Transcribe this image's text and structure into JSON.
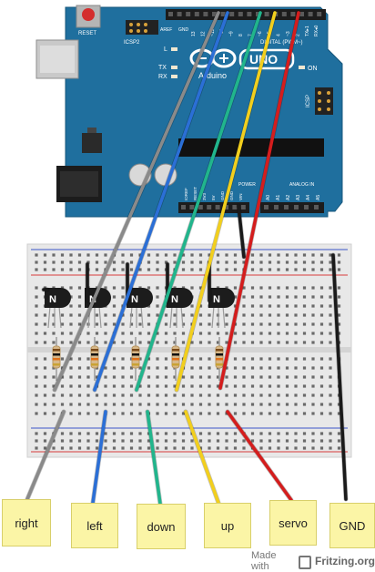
{
  "board": {
    "reset": "RESET",
    "icsp2": "ICSP2",
    "icsp": "ICSP",
    "aref": "AREF",
    "gnd": "GND",
    "digital": "DIGITAL (PWM~)",
    "tx": "TX",
    "rx": "RX",
    "l": "L",
    "on": "ON",
    "uno": "UNO",
    "arduino": "Arduino",
    "power": "POWER",
    "analog_in": "ANALOG IN",
    "top_pins": [
      "13",
      "12",
      "~11",
      "~10",
      "~9",
      "8",
      "7",
      "~6",
      "~5",
      "4",
      "~3",
      "2",
      "TX▸1",
      "RX◂0"
    ],
    "power_pins": [
      "IOREF",
      "RESET",
      "3V3",
      "5V",
      "GND",
      "GND",
      "VIN"
    ],
    "analog_pins": [
      "A0",
      "A1",
      "A2",
      "A3",
      "A4",
      "A5"
    ],
    "colors": {
      "board": "#1f6f9e",
      "board_dark": "#17577c"
    }
  },
  "transistor_label": "N",
  "labels": [
    {
      "id": "right",
      "text": "right"
    },
    {
      "id": "left",
      "text": "left"
    },
    {
      "id": "down",
      "text": "down"
    },
    {
      "id": "up",
      "text": "up"
    },
    {
      "id": "servo",
      "text": "servo"
    },
    {
      "id": "gnd",
      "text": "GND"
    }
  ],
  "wires": [
    {
      "id": "right",
      "color": "#8a8a8a"
    },
    {
      "id": "left",
      "color": "#2b6fd6"
    },
    {
      "id": "down",
      "color": "#21b58c"
    },
    {
      "id": "up",
      "color": "#f2cf1d"
    },
    {
      "id": "servo",
      "color": "#d41d1d"
    },
    {
      "id": "gnd",
      "color": "#1a1a1a"
    }
  ],
  "credit": {
    "prefix": "Made with",
    "brand": "Fritzing.org"
  }
}
